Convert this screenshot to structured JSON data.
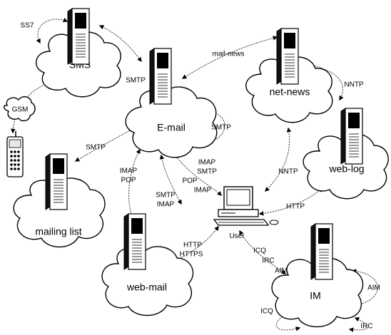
{
  "clouds": {
    "sms": "SMS",
    "email": "E-mail",
    "netnews": "net-news",
    "weblog": "web-log",
    "mailing_list": "mailing list",
    "webmail": "web-mail",
    "im": "IM"
  },
  "protocols": {
    "ss7": "SS7",
    "gsm": "GSM",
    "smtp_sms": "SMTP",
    "mail_news": "mail-news",
    "nntp_loop": "NNTP",
    "smtp_loop": "SMTP",
    "smtp_mailing": "SMTP",
    "imap_webmail": "IMAP",
    "pop_webmail": "POP",
    "smtp_webmail": "SMTP",
    "imap_webmail2": "IMAP",
    "imap_user": "IMAP",
    "smtp_user": "SMTP",
    "pop_user": "POP",
    "imap_user2": "IMAP",
    "nntp_user": "NNTP",
    "http_weblog": "HTTP",
    "http_webmail": "HTTP",
    "https_webmail": "HTTPS",
    "icq_user": "ICQ",
    "irc_user": "IRC",
    "aim_user": "AIM",
    "aim_loop": "AIM",
    "icq_loop": "ICQ",
    "irc_loop": "IRC"
  },
  "user": {
    "label": "User"
  },
  "icons": [
    "server-icon",
    "mobile-phone-icon",
    "user-computer-icon"
  ]
}
